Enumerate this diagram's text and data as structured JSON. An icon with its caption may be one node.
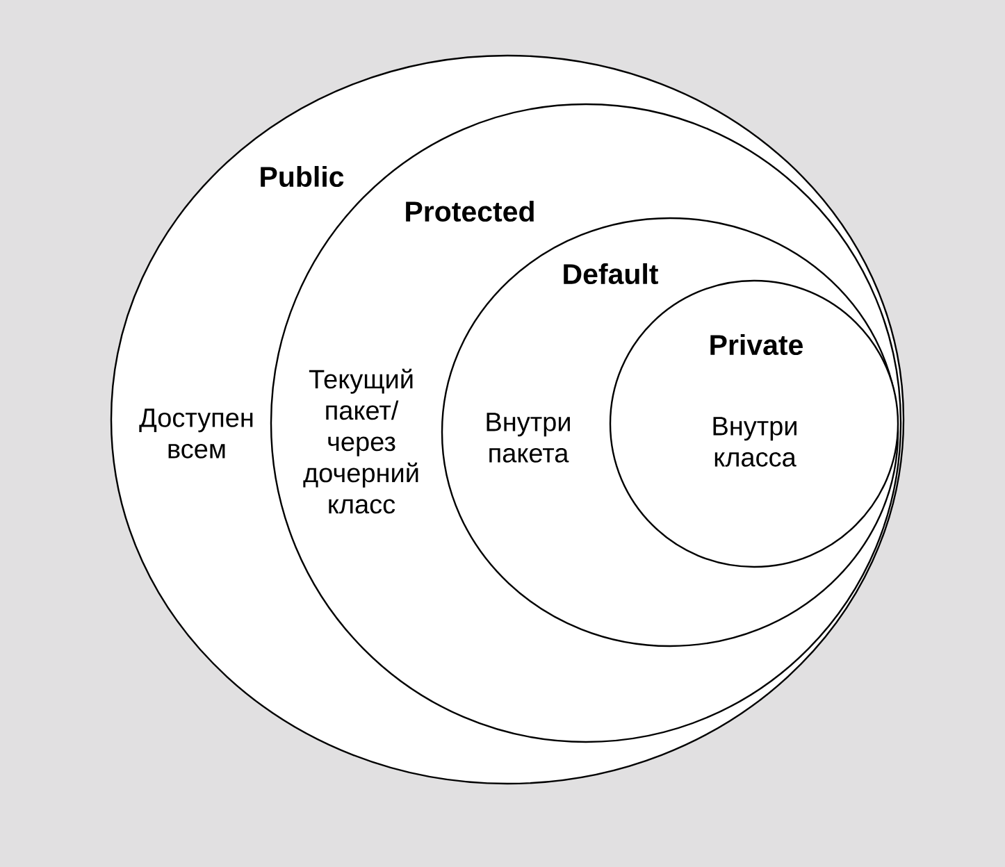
{
  "diagram": {
    "nodes": [
      {
        "text": [
          "Public",
          "Доступен всем"
        ]
      },
      {
        "text": [
          "Protected",
          "Текущий пакет/ через дочерний класс"
        ],
        "in": 0
      },
      {
        "text": [
          "Default",
          "Внутри пакета"
        ],
        "in": 1
      },
      {
        "text": [
          "Private",
          "Внутри класса"
        ],
        "in": 2
      }
    ]
  }
}
